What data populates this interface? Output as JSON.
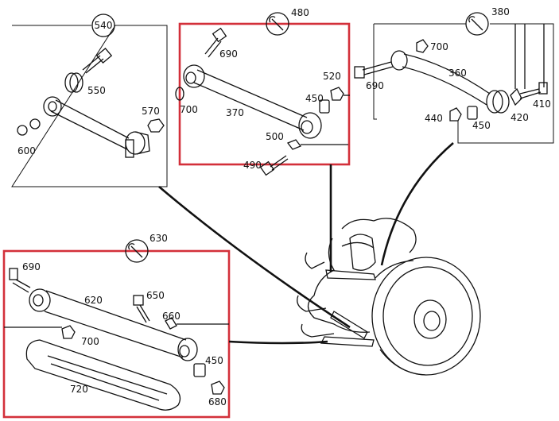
{
  "groups": {
    "g540": "540",
    "g480": "480",
    "g380": "380",
    "g630": "630"
  },
  "parts": {
    "p550": "550",
    "p570": "570",
    "p600": "600",
    "p690a": "690",
    "p700a": "700",
    "p370": "370",
    "p520": "520",
    "p450a": "450",
    "p500": "500",
    "p490": "490",
    "p700b": "700",
    "p690b": "690",
    "p360": "360",
    "p410": "410",
    "p440": "440",
    "p450b": "450",
    "p420": "420",
    "p690c": "690",
    "p620": "620",
    "p650": "650",
    "p660": "660",
    "p700c": "700",
    "p450c": "450",
    "p720": "720",
    "p680": "680"
  },
  "colors": {
    "highlight": "#d3303a",
    "ink": "#111111"
  },
  "icons": [
    "wrench-icon"
  ]
}
